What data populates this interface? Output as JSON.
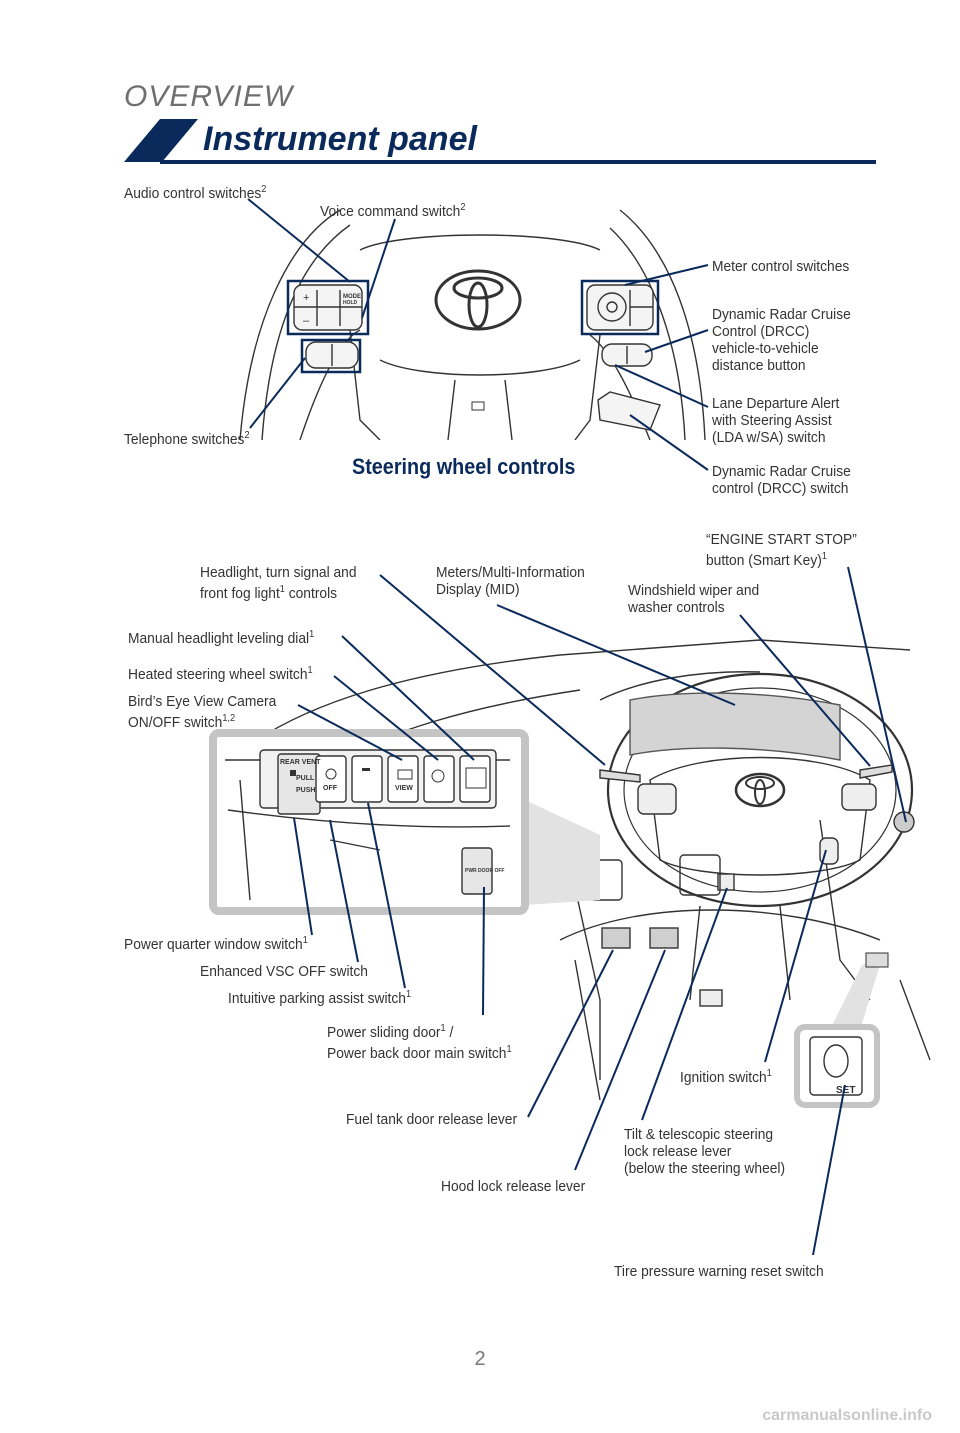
{
  "header": {
    "section": "OVERVIEW",
    "title": "Instrument panel"
  },
  "steering_wheel": {
    "caption": "Steering wheel controls",
    "labels": {
      "audio": "Audio control switches",
      "audio_sup": "2",
      "voice": "Voice command switch",
      "voice_sup": "2",
      "meter": "Meter control switches",
      "drcc_distance_1": "Dynamic Radar Cruise",
      "drcc_distance_2": "Control (DRCC)",
      "drcc_distance_3": "vehicle-to-vehicle",
      "drcc_distance_4": "distance button",
      "lda_1": "Lane Departure Alert",
      "lda_2": "with Steering Assist",
      "lda_3": "(LDA w/SA) switch",
      "drcc_switch_1": "Dynamic Radar Cruise",
      "drcc_switch_2": "control (DRCC) switch",
      "telephone": "Telephone switches",
      "telephone_sup": "2"
    },
    "icons": {
      "mode_button": "MODE",
      "hold_text": "HOLD"
    }
  },
  "dashboard": {
    "labels": {
      "engine_start_1": "“ENGINE START STOP”",
      "engine_start_2": "button (Smart Key)",
      "engine_start_sup": "1",
      "headlight_1": "Headlight, turn signal and",
      "headlight_2a": "front fog light",
      "headlight_sup": "1",
      "headlight_2b": " controls",
      "meters_1": "Meters/Multi-Information",
      "meters_2": "Display (MID)",
      "wiper_1": "Windshield wiper and",
      "wiper_2": "washer controls",
      "leveling": "Manual headlight leveling dial",
      "leveling_sup": "1",
      "heated": "Heated steering wheel switch",
      "heated_sup": "1",
      "birds_1": "Bird’s Eye View Camera",
      "birds_2": "ON/OFF switch",
      "birds_sup": "1,2",
      "power_window": "Power quarter window switch",
      "power_window_sup": "1",
      "vsc": "Enhanced VSC OFF switch",
      "parking": "Intuitive parking assist switch",
      "parking_sup": "1",
      "sliding_1a": "Power sliding door",
      "sliding_1_sup": "1",
      "sliding_1b": " /",
      "sliding_2": "Power back door main switch",
      "sliding_2_sup": "1",
      "ignition": "Ignition switch",
      "ignition_sup": "1",
      "fuel": "Fuel tank door release lever",
      "tilt_1": "Tilt & telescopic steering",
      "tilt_2": "lock release lever",
      "tilt_3": "(below the steering wheel)",
      "hood": "Hood lock release lever",
      "tire": "Tire pressure warning reset switch"
    },
    "switch_text": {
      "rear_vent": "REAR VENT",
      "pull": "PULL",
      "push": "PUSH",
      "off": "OFF",
      "view": "VIEW",
      "door": "PWR DOOR OFF",
      "set": "SET"
    }
  },
  "footer": {
    "page_number": "2",
    "watermark": "carmanualsonline.info"
  },
  "colors": {
    "brand_navy": "#0b2a5c",
    "text_gray": "#6f6f6f"
  }
}
